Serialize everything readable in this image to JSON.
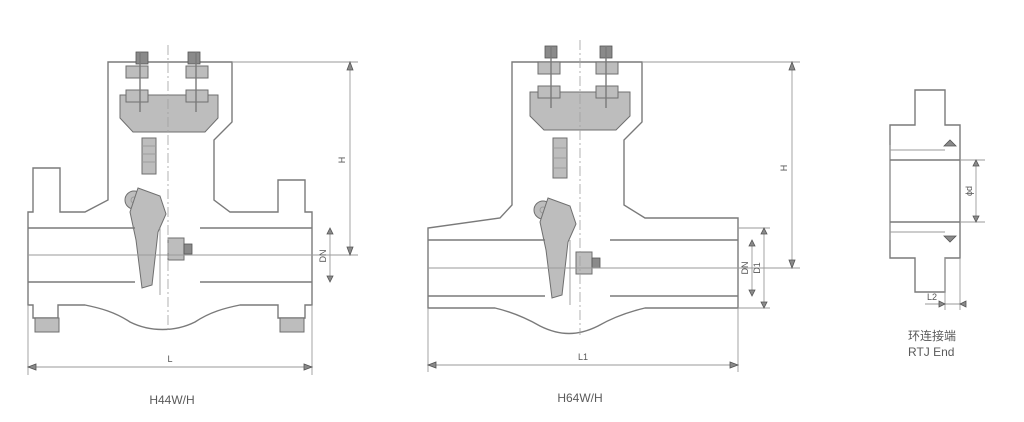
{
  "views": {
    "h44": {
      "caption": "H44W/H",
      "dim_length": "L",
      "dim_height": "H",
      "dim_bore": "DN"
    },
    "h64": {
      "caption": "H64W/H",
      "dim_length": "L1",
      "dim_height": "H",
      "dim_bore": "DN",
      "dim_bore2": "D1"
    },
    "rtj": {
      "caption_cn": "环连接端",
      "caption_en": "RTJ End",
      "dim_d": "ϕd",
      "dim_l2": "L2"
    }
  },
  "colors": {
    "line": "#7a7a7a",
    "fill": "#dedede",
    "text": "#555555"
  }
}
